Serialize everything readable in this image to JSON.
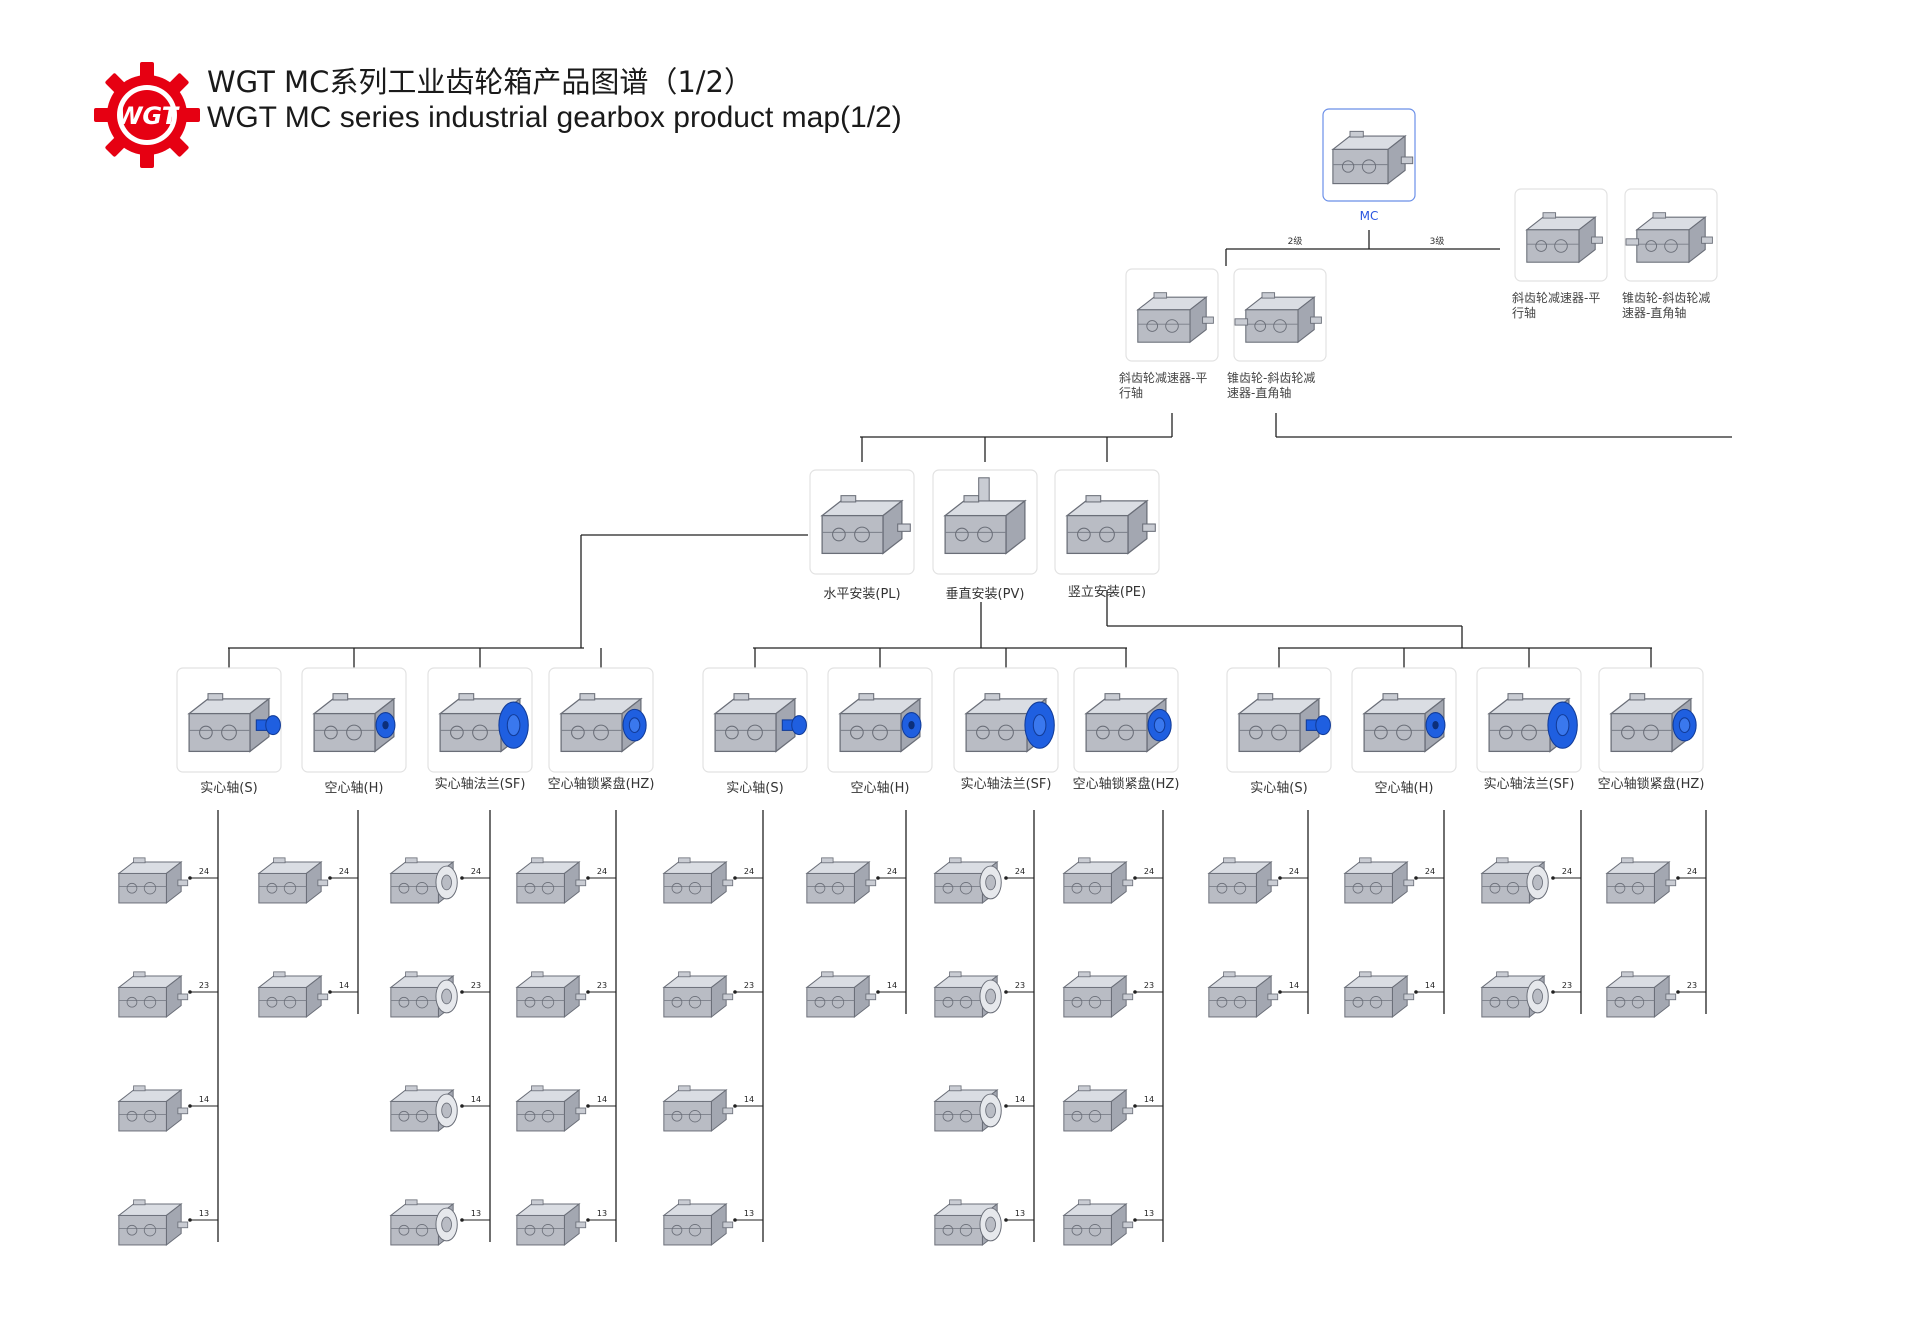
{
  "header": {
    "logo_text": "WGT",
    "title_cn": "WGT  MC系列工业齿轮箱产品图谱（1/2）",
    "title_en": "WGT MC series industrial gearbox product map(1/2)",
    "brand_color": "#e60012"
  },
  "colors": {
    "line": "#222222",
    "card_border": "#e2e2e2",
    "root_border": "#6b8fe8",
    "accent_blue": "#1f5fe0",
    "gear_body": "#b9bcc4"
  },
  "root": {
    "label": "MC"
  },
  "stages": {
    "two": "2级",
    "three": "3级"
  },
  "level2": [
    {
      "label_lines": [
        "斜齿轮减速器-平",
        "行轴"
      ]
    },
    {
      "label_lines": [
        "锥齿轮-斜齿轮减",
        "速器-直角轴"
      ]
    }
  ],
  "level2_three_stage": [
    {
      "label_lines": [
        "斜齿轮减速器-平",
        "行轴"
      ]
    },
    {
      "label_lines": [
        "锥齿轮-斜齿轮减",
        "速器-直角轴"
      ]
    }
  ],
  "mounting": [
    {
      "label": "水平安装(PL)"
    },
    {
      "label": "垂直安装(PV)"
    },
    {
      "label": "竖立安装(PE)"
    }
  ],
  "groups": [
    {
      "shafts": [
        {
          "label": "实心轴(S)",
          "codes": [
            "24",
            "23",
            "14",
            "13"
          ]
        },
        {
          "label": "空心轴(H)",
          "codes": [
            "24",
            "14"
          ]
        },
        {
          "label": "实心轴法兰(SF)",
          "codes": [
            "24",
            "23",
            "14",
            "13"
          ]
        },
        {
          "label": "空心轴锁紧盘(HZ)",
          "codes": [
            "24",
            "23",
            "14",
            "13"
          ]
        }
      ]
    },
    {
      "shafts": [
        {
          "label": "实心轴(S)",
          "codes": [
            "24",
            "23",
            "14",
            "13"
          ]
        },
        {
          "label": "空心轴(H)",
          "codes": [
            "24",
            "14"
          ]
        },
        {
          "label": "实心轴法兰(SF)",
          "codes": [
            "24",
            "23",
            "14",
            "13"
          ]
        },
        {
          "label": "空心轴锁紧盘(HZ)",
          "codes": [
            "24",
            "23",
            "14",
            "13"
          ]
        }
      ]
    },
    {
      "shafts": [
        {
          "label": "实心轴(S)",
          "codes": [
            "24",
            "14"
          ]
        },
        {
          "label": "空心轴(H)",
          "codes": [
            "24",
            "14"
          ]
        },
        {
          "label": "实心轴法兰(SF)",
          "codes": [
            "24",
            "23"
          ]
        },
        {
          "label": "空心轴锁紧盘(HZ)",
          "codes": [
            "24",
            "23"
          ]
        }
      ]
    }
  ]
}
